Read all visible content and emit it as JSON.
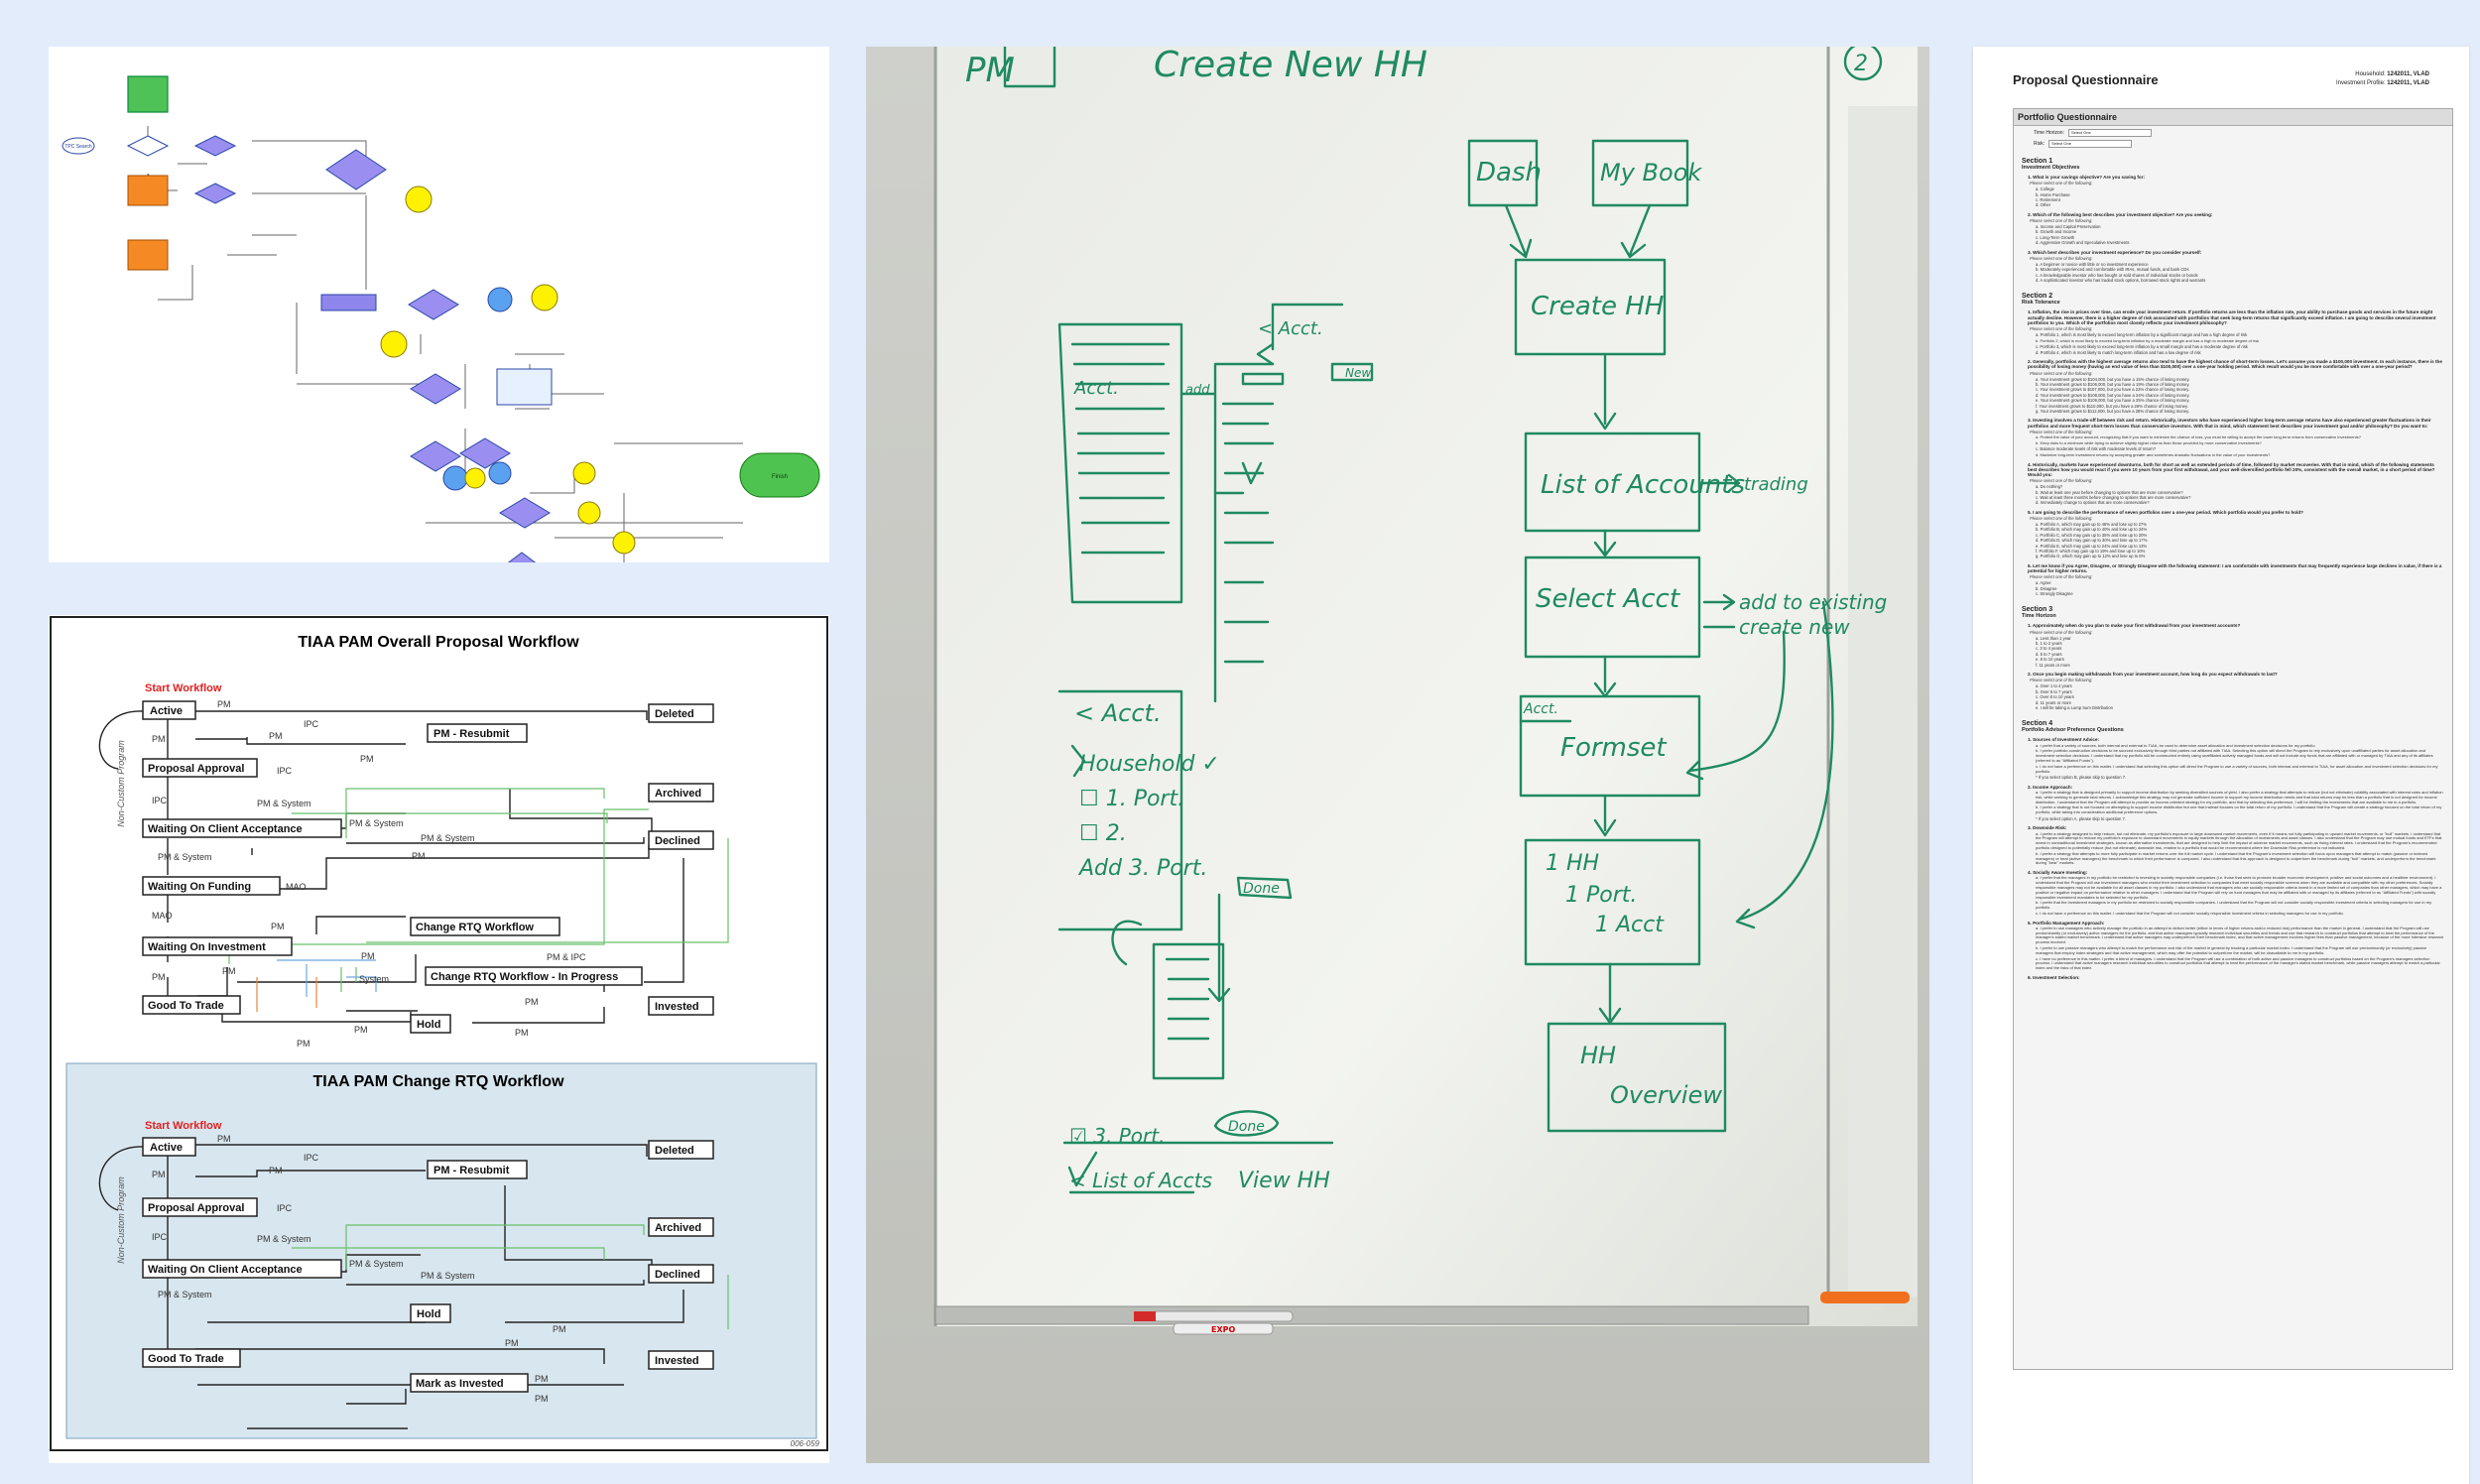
{
  "flowchart_top": {
    "start_label": "TPC Search",
    "end_label": "Finish"
  },
  "overall_workflow": {
    "title": "TIAA PAM Overall Proposal Workflow",
    "start": "Start Workflow",
    "side_label": "Non-Custom Program",
    "states": {
      "active": "Active",
      "proposal_approval": "Proposal Approval",
      "waiting_client": "Waiting On Client Acceptance",
      "waiting_funding": "Waiting On Funding",
      "waiting_investment": "Waiting On Investment",
      "good_to_trade": "Good To Trade",
      "pm_resubmit": "PM - Resubmit",
      "deleted": "Deleted",
      "archived": "Archived",
      "declined": "Declined",
      "change_rtq": "Change RTQ Workflow",
      "change_rtq_progress": "Change RTQ Workflow - In Progress",
      "invested": "Invested",
      "hold": "Hold"
    },
    "edge_labels": {
      "pm": "PM",
      "ipc": "IPC",
      "pm_system": "PM & System",
      "mao": "MAO",
      "system": "System",
      "pm_ipc": "PM & IPC"
    },
    "doc_id": "006-059"
  },
  "change_workflow": {
    "title": "TIAA PAM Change RTQ Workflow",
    "start": "Start Workflow",
    "side_label": "Non-Custom Program",
    "states": {
      "active": "Active",
      "proposal_approval": "Proposal Approval",
      "waiting_client": "Waiting On Client Acceptance",
      "good_to_trade": "Good To Trade",
      "pm_resubmit": "PM - Resubmit",
      "deleted": "Deleted",
      "archived": "Archived",
      "declined": "Declined",
      "hold": "Hold",
      "invested": "Invested",
      "mark_invested": "Mark as Invested"
    }
  },
  "whiteboard": {
    "pm": "PM",
    "heading": "Create New HH",
    "page_num": "2",
    "dash": "Dash",
    "mybook": "My Book",
    "create_hh": "Create HH",
    "acct_back": "< Acct.",
    "new_btn": "New",
    "acct": "Acct.",
    "add": "add",
    "list_accounts": "List of Accounts",
    "trading": "trading",
    "select_acct": "Select Acct",
    "add_existing": "add to existing",
    "create_new": "create new",
    "acct_small": "Acct.",
    "formset": "Formset",
    "hh_line1": "1 HH",
    "hh_line2": "1 Port.",
    "hh_line3": "1 Acct",
    "hh_overview_1": "HH",
    "hh_overview_2": "Overview",
    "acct_list_head": "< Acct.",
    "household": "Household ✓",
    "port1": "☐ 1. Port.",
    "port2": "☐ 2.",
    "add_port3": "Add 3. Port.",
    "done1": "Done",
    "port3_checked": "☑ 3. Port.",
    "done2": "Done",
    "list_of_accts": "< List of Accts",
    "view_hh": "View HH",
    "marker": "EXPO"
  },
  "questionnaire": {
    "title": "Proposal Questionnaire",
    "meta": {
      "household_label": "Household:",
      "household_value": "1242011, VLAD",
      "portfolio_label": "Investment Profile:",
      "portfolio_value": "1242011, VLAD"
    },
    "box_title": "Portfolio Questionnaire",
    "fields": [
      {
        "label": "Time Horizon:",
        "value": "Select One"
      },
      {
        "label": "Risk:",
        "value": "Select One"
      }
    ],
    "sections": [
      {
        "title": "Section 1",
        "subtitle": "Investment Objectives",
        "questions": [
          {
            "q": "1. What is your savings objective? Are you saving for:",
            "ins": "Please select one of the following:",
            "opts": [
              "a. College",
              "b. Home Purchase",
              "c. Retirement",
              "d. Other"
            ]
          },
          {
            "q": "2. Which of the following best describes your investment objective? Are you seeking:",
            "ins": "Please select one of the following:",
            "opts": [
              "a. Income and Capital Preservation",
              "b. Growth and Income",
              "c. Long-Term Growth",
              "d. Aggressive Growth and Speculative Investments"
            ]
          },
          {
            "q": "3. Which best describes your investment experience? Do you consider yourself:",
            "ins": "Please select one of the following:",
            "opts": [
              "a. A beginner or novice with little or no investment experience",
              "b. Moderately experienced and comfortable with IRAs, mutual funds, and bank CDs",
              "c. A knowledgeable investor who has bought or sold shares of individual stocks or bonds",
              "d. A sophisticated investor who has traded stock options, borrowed stock rights and warrants"
            ]
          }
        ]
      },
      {
        "title": "Section 2",
        "subtitle": "Risk Tolerance",
        "questions": [
          {
            "q": "1. Inflation, the rise in prices over time, can erode your investment return. If portfolio returns are less than the inflation rate, your ability to purchase goods and services in the future might actually decline. However, there is a higher degree of risk associated with portfolios that seek long-term returns that significantly exceed inflation. I am going to describe several investment portfolios to you. Which of the portfolios most closely reflects your investment philosophy?",
            "ins": "Please select one of the following:",
            "opts": [
              "a. Portfolio 1, which is most likely to exceed long-term inflation by a significant margin and has a high degree of risk",
              "b. Portfolio 2, which is most likely to exceed long-term inflation by a moderate margin and has a high to moderate degree of risk",
              "c. Portfolio 3, which is most likely to exceed long-term inflation by a small margin and has a moderate degree of risk",
              "d. Portfolio 4, which is most likely to match long-term inflation and has a low degree of risk"
            ]
          },
          {
            "q": "2. Generally, portfolios with the highest average returns also tend to have the highest chance of short-term losses. Let's assume you made a $100,000 investment. In each instance, there is the possibility of losing money (having an end value of less than $100,000) over a one-year holding period. Which result would you be more comfortable with over a one-year period?",
            "ins": "Please select one of the following:",
            "opts": [
              "a. Your investment grows to $104,000, but you have a 15% chance of losing money.",
              "b. Your investment grows to $106,000, but you have a 19% chance of losing money.",
              "c. Your investment grows to $107,000, but you have a 22% chance of losing money.",
              "d. Your investment grows to $108,000, but you have a 24% chance of losing money.",
              "e. Your investment grows to $109,000, but you have a 25% chance of losing money.",
              "f. Your investment grows to $110,000, but you have a 26% chance of losing money.",
              "g. Your investment grows to $112,000, but you have a 28% chance of losing money."
            ]
          },
          {
            "q": "3. Investing involves a trade-off between risk and return. Historically, investors who have experienced higher long-term average returns have also experienced greater fluctuations in their portfolios and more frequent short-term losses than conservative investors. With that in mind, which statement best describes your investment goal and/or philosophy? Do you want to:",
            "ins": "Please select one of the following:",
            "opts": [
              "a. Protect the value of your account, recognizing that if you want to minimize the chance of loss, you must be willing to accept the lower long-term returns from conservative investments?",
              "b. Keep risks to a minimum while trying to achieve slightly higher returns than those provided by more conservative investments?",
              "c. Balance moderate levels of risk with moderate levels of return?",
              "d. Maximize long-term investment returns by accepting greater and sometimes dramatic fluctuations in the value of your investments?"
            ]
          },
          {
            "q": "4. Historically, markets have experienced downturns, both for short as well as extended periods of time, followed by market recoveries. With that in mind, which of the following statements best describes how you would react if you were 10 years from your first withdrawal, and your well-diversified portfolio fell 20%, consistent with the overall market, in a short period of time? Would you:",
            "ins": "Please select one of the following:",
            "opts": [
              "a. Do nothing?",
              "b. Wait at least one year before changing to options that are more conservative?",
              "c. Wait at least three months before changing to options that are more conservative?",
              "d. Immediately change to options that are more conservative?"
            ]
          },
          {
            "q": "5. I am going to describe the performance of seven portfolios over a one-year period. Which portfolio would you prefer to hold?",
            "ins": "Please select one of the following:",
            "opts": [
              "a. Portfolio A, which may gain up to 46% and lose up to 27%",
              "b. Portfolio B, which may gain up to 40% and lose up to 24%",
              "c. Portfolio C, which may gain up to 35% and lose up to 20%",
              "d. Portfolio D, which may gain up to 30% and lose up to 17%",
              "e. Portfolio E, which may gain up to 24% and lose up to 13%",
              "f. Portfolio F, which may gain up to 19% and lose up to 10%",
              "g. Portfolio G, which may gain up to 12% and lose up to 6%"
            ]
          },
          {
            "q": "6. Let me know if you Agree, Disagree, or Strongly Disagree with the following statement: I am comfortable with investments that may frequently experience large declines in value, if there is a potential for higher returns.",
            "ins": "Please select one of the following:",
            "opts": [
              "a. Agree",
              "b. Disagree",
              "c. Strongly Disagree"
            ]
          }
        ]
      },
      {
        "title": "Section 3",
        "subtitle": "Time Horizon",
        "questions": [
          {
            "q": "1. Approximately when do you plan to make your first withdrawal from your investment accounts?",
            "ins": "Please select one of the following:",
            "opts": [
              "a. Less than 1 year",
              "b. 1 to 2 years",
              "c. 3 to 4 years",
              "d. 5 to 7 years",
              "e. 8 to 10 years",
              "f. 11 years or more"
            ]
          },
          {
            "q": "2. Once you begin making withdrawals from your investment account, how long do you expect withdrawals to last?",
            "ins": "Please select one of the following:",
            "opts": [
              "a. Over 1 to 4 years",
              "b. Over 5 to 7 years",
              "c. Over 8 to 10 years",
              "d. 11 years or more",
              "e. I will be taking a Lump Sum Distribution"
            ]
          }
        ]
      },
      {
        "title": "Section 4",
        "subtitle": "Portfolio Advisor Preference Questions",
        "questions": [
          {
            "q": "1. Sources of Investment Advice:",
            "ins": "",
            "opts": [
              "a. I prefer that a variety of sources, both internal and external to TIAA, be used to determine asset allocation and investment selection decisions for my portfolio.",
              "b. I prefer portfolio construction decisions to be sourced exclusively through third parties not affiliated with TIAA. Selecting this option will direct the Program to rely exclusively upon unaffiliated parties for asset allocation and investment selection decisions. I understand that my portfolio will be constructed entirely using unaffiliated actively managed funds and will not include any funds that are affiliated with or managed by TIAA and any of its affiliates (referred to as \"Affiliated Funds\").",
              "c. I do not have a preference on this matter. I understand that selecting this option will direct the Program to use a variety of sources, both internal and external to TIAA, for asset allocation and investment selection decisions for my portfolio.",
              "* If you select option B, please skip to question 7."
            ]
          },
          {
            "q": "2. Income Approach:",
            "ins": "",
            "opts": [
              "a. I prefer a strategy that is designed primarily to support income distribution by seeking diversified sources of yield. I also prefer a strategy that attempts to reduce (but not eliminate) volatility associated with interest rates and inflation risk, while seeking to generate total returns. I acknowledge this strategy may not generate sufficient income to support my income distribution needs and that total returns may be less than a portfolio that is not designed for income distribution. I understand that the Program will attempt to provide an income-oriented strategy for my portfolio, and that by selecting this preference, I will be limiting the investments that are available to me in a portfolio.",
              "b. I prefer a strategy that is not focused on attempting to support income distribution but one that instead focuses on the total return of my portfolio. I understand that the Program will create a strategy focused on the total return of my portfolio, while taking into consideration additional preference options.",
              "* If you select option A, please skip to question 7."
            ]
          },
          {
            "q": "3. Downside Risk:",
            "ins": "",
            "opts": [
              "a. I prefer a strategy designed to help reduce, but not eliminate, my portfolio's exposure to large downward market movements, even if it means not fully participating in upward market movements, or \"bull\" markets. I understand that the Program will attempt to reduce my portfolio's exposure to downward movements in equity markets through the allocation of investments and asset classes. I also understand that the Program may use mutual funds and ETFs that invest in nontraditional investment strategies, known as alternative investments, that are designed to help limit the impact of adverse market movements, such as rising interest rates. I understand that the Program's recommended portfolio designed to potentially reduce (but not eliminate) downside risk, relative to a portfolio that would be recommended where the Downside Risk preference is not indicated.",
              "b. I prefer a strategy that attempts to more fully participate in market returns over the full market cycle. I understand that the Program's investment selection will focus upon managers that attempt to match (passive or indexed managers) or beat (active managers) the benchmark to which their performance is compared. I also understand that this approach is designed to outperform the benchmark during \"bull\" markets, and underperform the benchmark during \"bear\" markets."
            ]
          },
          {
            "q": "4. Socially Aware Investing:",
            "ins": "",
            "opts": [
              "a. I prefer that the managers in my portfolio be restricted to investing in socially responsible companies (i.e. those that seek to promote broader economic development, positive and social outcomes and a healthier environment). I understand that the Program will use investment managers who restrict their investment selection to companies that meet socially responsible screens when they are available and compatible with my other preferences. Socially responsible managers may not be available for all asset classes in my portfolio. I also understand that managers who use socially responsible criteria invest in a more limited set of companies than other managers, which may have a positive or negative impact on performance relative to other managers. I understand that the Program will rely on fund managers that may be affiliated with or managed by its affiliates (referred to as \"Affiliated Funds\") with socially responsible investment mandates to be selected for my portfolio.",
              "b. I prefer that the investment managers in my portfolio be restricted to socially responsible companies. I understand that the Program will not consider socially responsible investment criteria in selecting managers for use in my portfolio.",
              "c. I do not have a preference on this matter. I understand that the Program will not consider socially responsible investment criteria in selecting managers for use in my portfolio."
            ]
          },
          {
            "q": "5. Portfolio Management Approach:",
            "ins": "",
            "opts": [
              "a. I prefer to use managers who actively manage the portfolio in an attempt to deliver better (either in terms of higher returns and/or reduced risk) performance than the market in general. I understand that the Program will use predominantly (or exclusively) active managers for the portfolio, and that active managers typically research individual securities and trends and use that research to construct portfolios that attempt to beat the performance of the manager's stated market benchmark. I understand that active managers may underperform their benchmark index, and that active management involves higher fees than passive management, because of the more intensive research process involved.",
              "b. I prefer to use passive managers who attempt to match the performance and risk of the market in general by tracking a particular market index. I understand that the Program will use predominantly (or exclusively) passive managers that employ index strategies and that active management, which may offer the potential to outperform the market, will be unavailable to me in my portfolio.",
              "c. I have no preference in this matter. I prefer a blend of managers. I understand that the Program will use a combination of both active and passive managers to construct portfolios based on the Program's managers selection process. I understand that active managers research individual securities to construct portfolios that attempt to beat the performance of the manager's stated market benchmark, while passive managers attempt to match a particular index and the risks of that index."
            ]
          },
          {
            "q": "6. Investment Selection:",
            "ins": "",
            "opts": []
          }
        ]
      }
    ]
  }
}
